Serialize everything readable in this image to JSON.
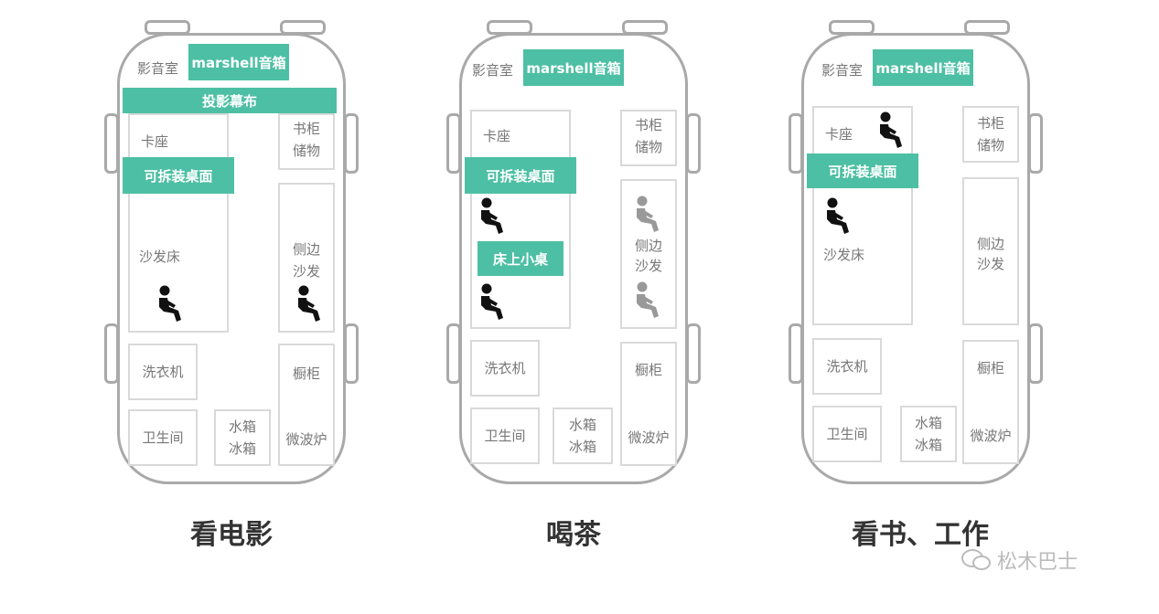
{
  "panels": [
    {
      "caption": "看电影",
      "labels": {
        "av_room": "影音室",
        "speaker": "marshell音箱",
        "screen": "投影幕布",
        "seat": "卡座",
        "table": "可拆装桌面",
        "sofabed": "沙发床",
        "shelf1": "书柜",
        "shelf2": "储物",
        "sidesofa1": "侧边",
        "sidesofa2": "沙发",
        "washer": "洗衣机",
        "cabinet": "橱柜",
        "bathroom": "卫生间",
        "fridge1": "水箱",
        "fridge2": "冰箱",
        "microwave": "微波炉"
      }
    },
    {
      "caption": "喝茶",
      "labels": {
        "av_room": "影音室",
        "speaker": "marshell音箱",
        "seat": "卡座",
        "table": "可拆装桌面",
        "bedtable": "床上小桌",
        "shelf1": "书柜",
        "shelf2": "储物",
        "sidesofa1": "侧边",
        "sidesofa2": "沙发",
        "washer": "洗衣机",
        "cabinet": "橱柜",
        "bathroom": "卫生间",
        "fridge1": "水箱",
        "fridge2": "冰箱",
        "microwave": "微波炉"
      }
    },
    {
      "caption": "看书、工作",
      "labels": {
        "av_room": "影音室",
        "speaker": "marshell音箱",
        "seat": "卡座",
        "table": "可拆装桌面",
        "sofabed": "沙发床",
        "shelf1": "书柜",
        "shelf2": "储物",
        "sidesofa1": "侧边",
        "sidesofa2": "沙发",
        "washer": "洗衣机",
        "cabinet": "橱柜",
        "bathroom": "卫生间",
        "fridge1": "水箱",
        "fridge2": "冰箱",
        "microwave": "微波炉"
      }
    }
  ],
  "watermark": "松木巴士",
  "colors": {
    "accent": "#4dbfa4",
    "outline": "#a9a9a9",
    "person": "#111111",
    "person_gray": "#999999"
  }
}
